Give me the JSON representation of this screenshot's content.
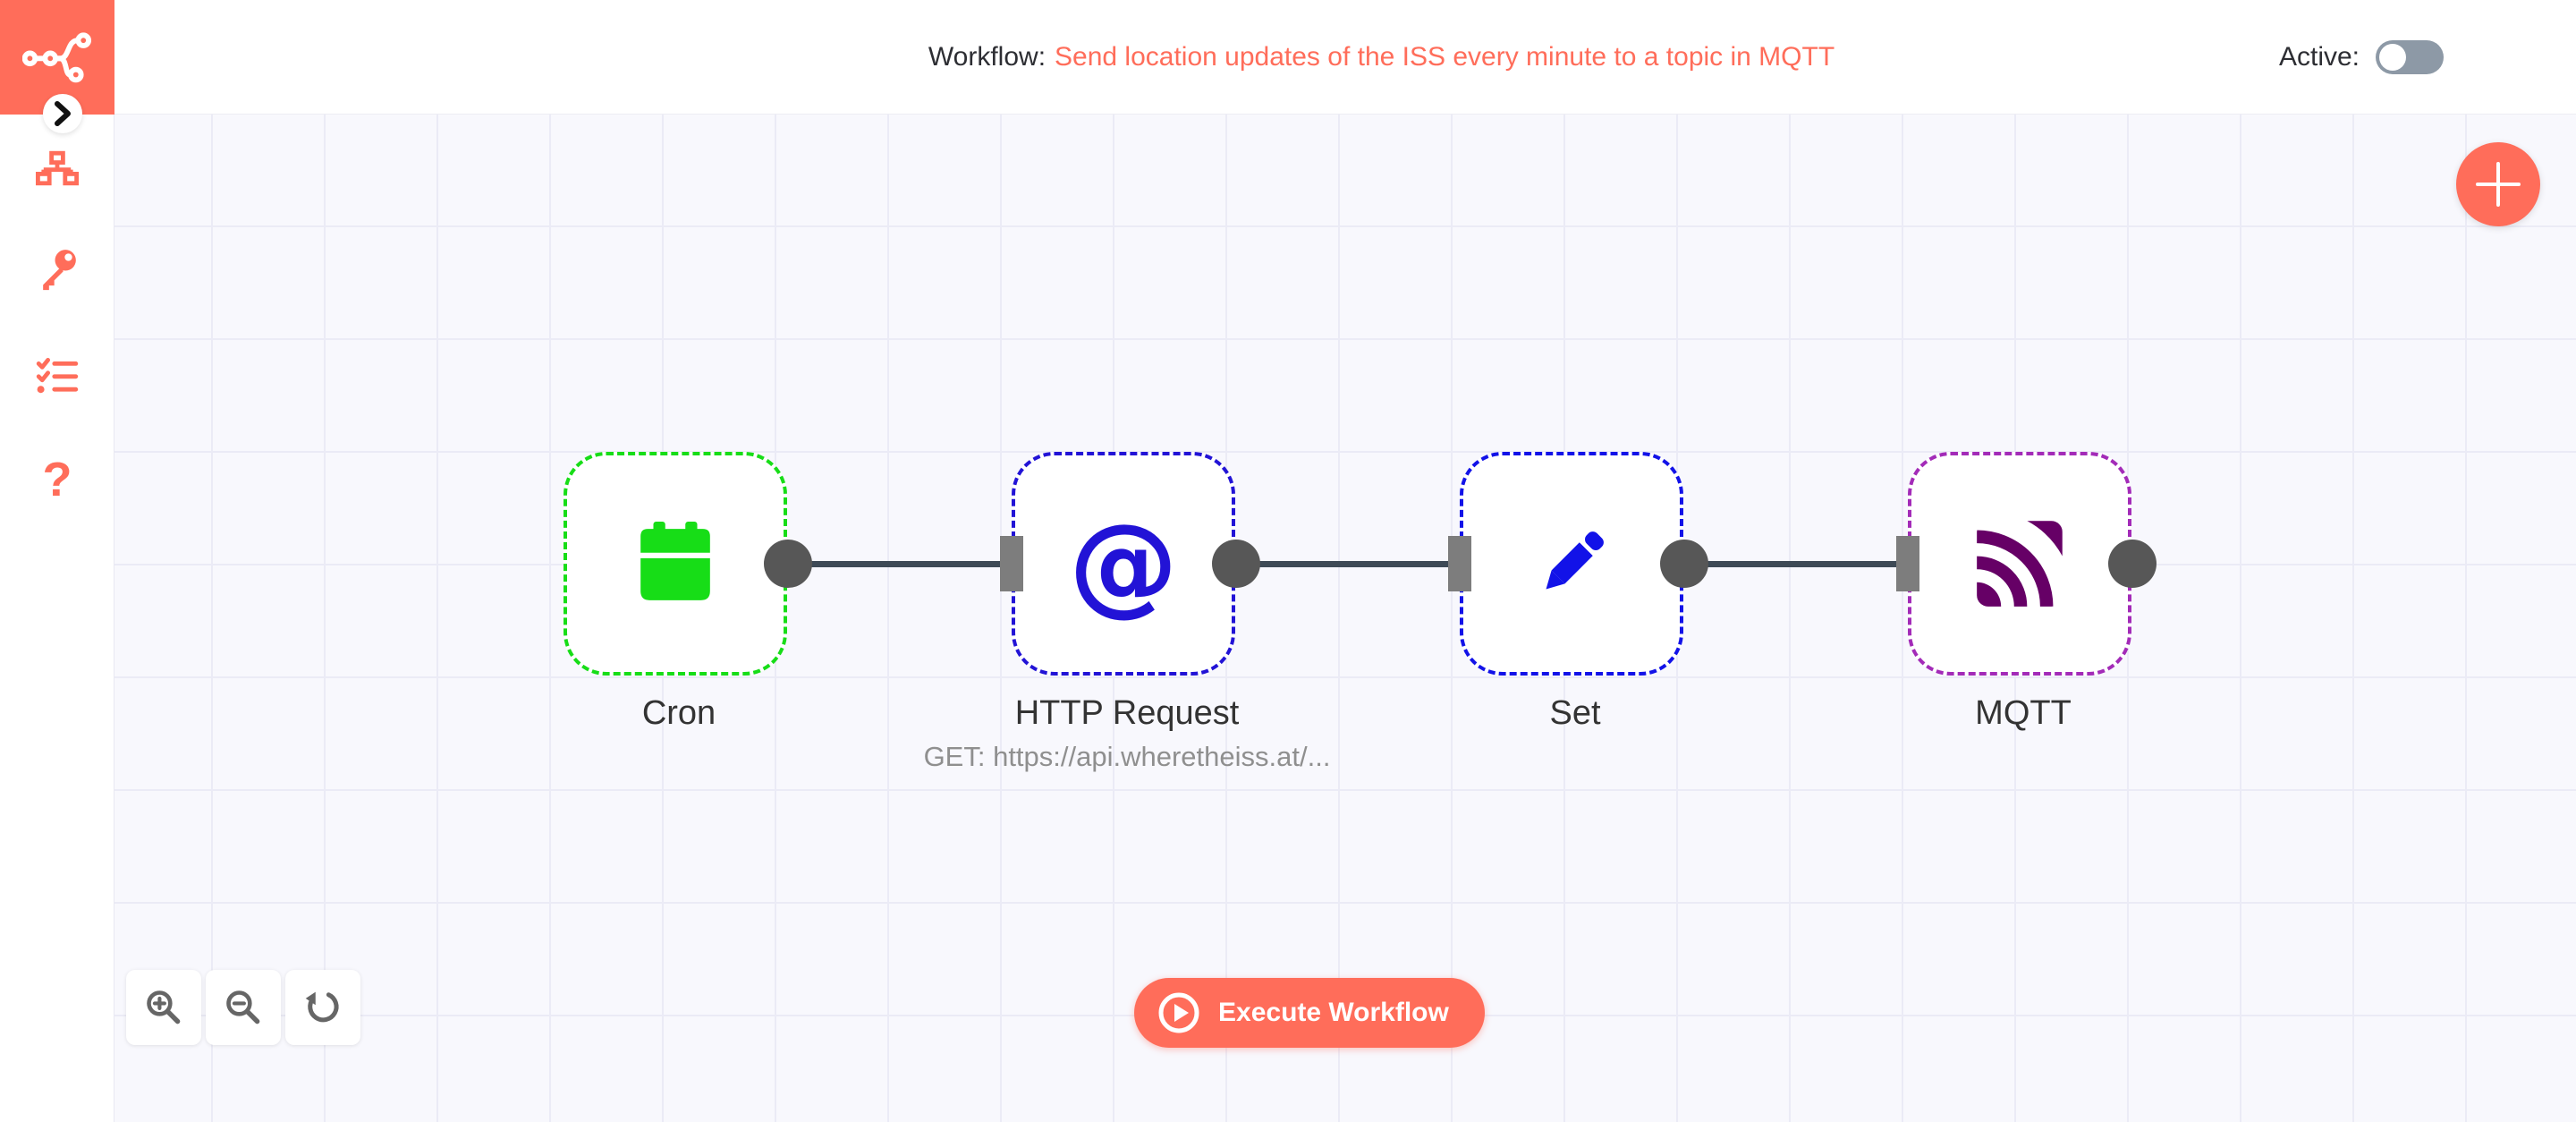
{
  "brand": {
    "color": "#ff6d5a",
    "logo_icon": "n8n-nodes-icon",
    "collapse_icon": "chevron-right-icon"
  },
  "header": {
    "title_prefix": "Workflow:",
    "title_name": "Send location updates of the ISS every minute to a topic in MQTT",
    "active_label": "Active:",
    "active_state": "off"
  },
  "sidebar": {
    "items": [
      {
        "icon": "workflows-icon"
      },
      {
        "icon": "credentials-icon"
      },
      {
        "icon": "executions-icon"
      },
      {
        "icon": "help-icon",
        "glyph": "?"
      }
    ]
  },
  "canvas": {
    "background": "#f8f8fd",
    "grid_color": "#ebebf6",
    "connection_color": "#3e4a56",
    "nodes": [
      {
        "name": "Cron",
        "icon": "calendar-icon",
        "color": "#17dd17",
        "has_input": false
      },
      {
        "name": "HTTP Request",
        "icon": "at-sign-icon",
        "color": "#2213d6",
        "has_input": true,
        "subtitle": "GET: https://api.wheretheiss.at/..."
      },
      {
        "name": "Set",
        "icon": "pencil-icon",
        "color": "#1212e8",
        "has_input": true
      },
      {
        "name": "MQTT",
        "icon": "mqtt-waves-icon",
        "color": "#9b27af",
        "has_input": true
      }
    ],
    "controls": {
      "zoom_in_icon": "zoom-in-icon",
      "zoom_out_icon": "zoom-out-icon",
      "reset_zoom_icon": "undo-icon"
    },
    "execute_button": {
      "label": "Execute Workflow",
      "icon": "play-icon"
    },
    "add_node_icon": "plus-icon"
  }
}
